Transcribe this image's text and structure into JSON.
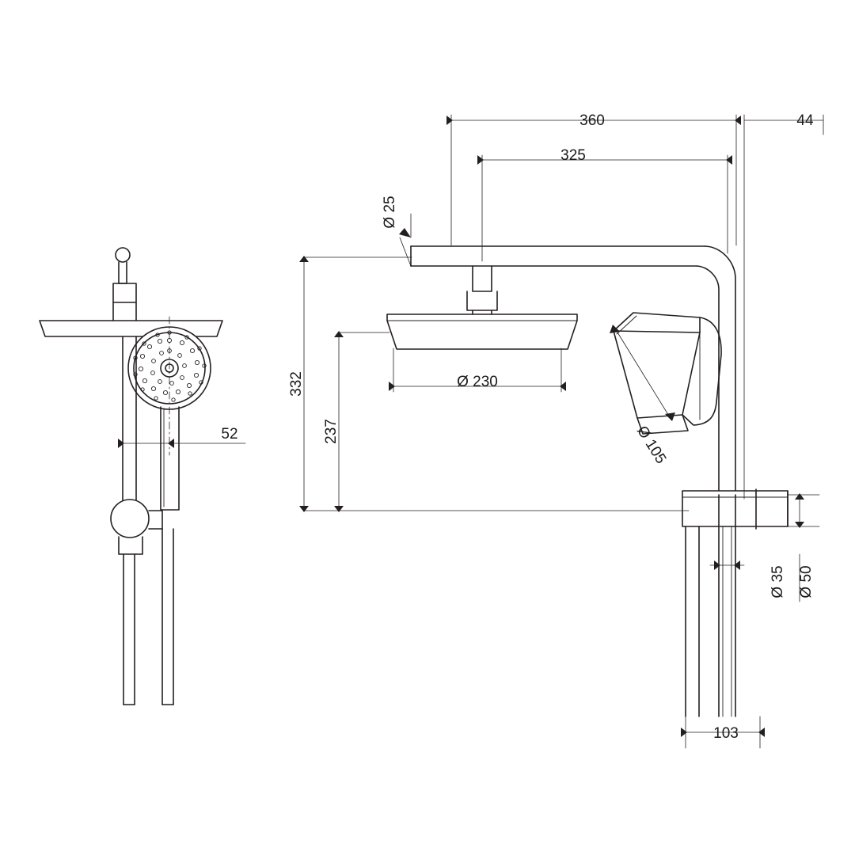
{
  "drawing": {
    "title": "Shower system technical dimension drawing",
    "view_left": "side elevation",
    "view_right": "front elevation",
    "line_color": "#231f20",
    "dim_color": "#231f20",
    "background": "#ffffff"
  },
  "dimensions": {
    "top_overall": "360",
    "top_inner": "325",
    "top_right": "44",
    "arm_dia": "Ø 25",
    "head_dia": "Ø 230",
    "height_total": "332",
    "height_head": "237",
    "hand_shower_dia": "Ø 105",
    "rail_dia": "Ø 35",
    "bracket_dia": "Ø 50",
    "bottom_depth": "103",
    "left_offset": "52"
  }
}
